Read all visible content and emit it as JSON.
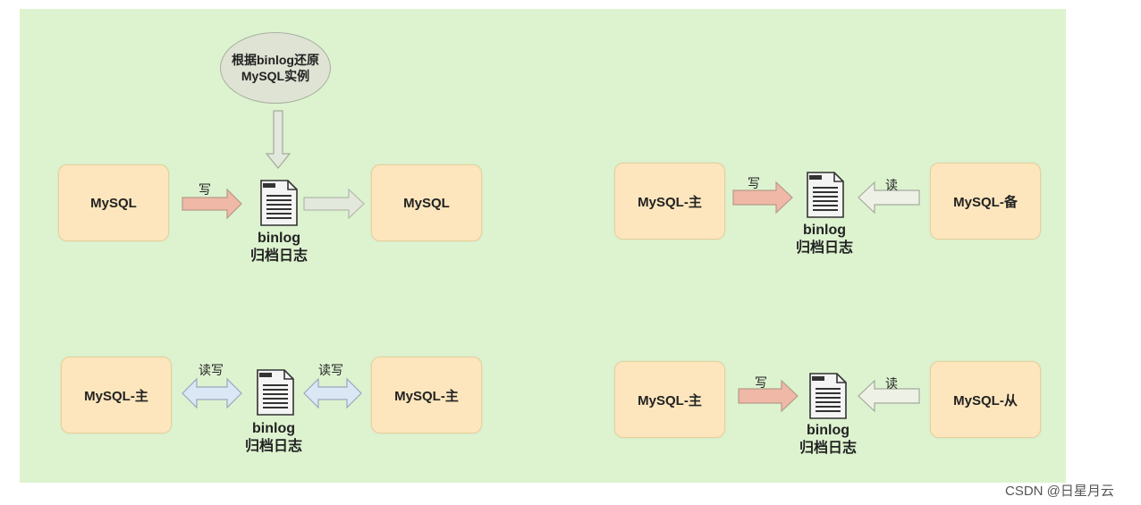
{
  "colors": {
    "canvas": "#ddf3d0",
    "box_fill": "#fde6bd",
    "write_arrow": "#f0b8a6",
    "read_arrow": "#e8ede0",
    "bidir_arrow": "#dbe7f5"
  },
  "ellipse": {
    "line1": "根据binlog还原",
    "line2": "MySQL实例"
  },
  "d1": {
    "left_box": "MySQL",
    "right_box": "MySQL",
    "arrow_label": "写",
    "doc_line1": "binlog",
    "doc_line2": "归档日志"
  },
  "d2": {
    "left_box": "MySQL-主",
    "right_box": "MySQL-备",
    "write_label": "写",
    "read_label": "读",
    "doc_line1": "binlog",
    "doc_line2": "归档日志"
  },
  "d3": {
    "left_box": "MySQL-主",
    "right_box": "MySQL-主",
    "left_label": "读写",
    "right_label": "读写",
    "doc_line1": "binlog",
    "doc_line2": "归档日志"
  },
  "d4": {
    "left_box": "MySQL-主",
    "right_box": "MySQL-从",
    "write_label": "写",
    "read_label": "读",
    "doc_line1": "binlog",
    "doc_line2": "归档日志"
  },
  "watermark": "CSDN @日星月云"
}
